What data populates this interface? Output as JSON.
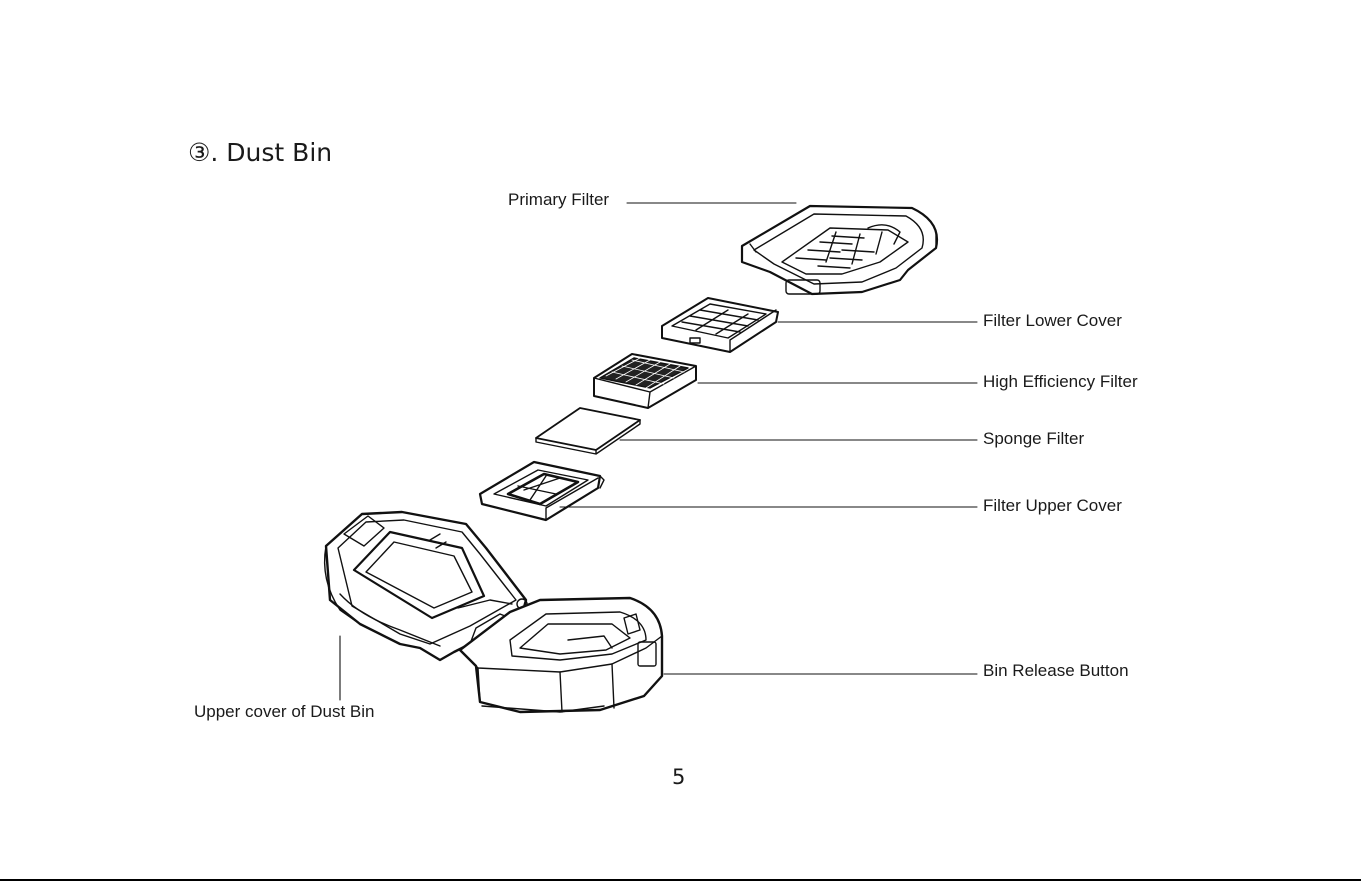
{
  "section": {
    "heading": "③. Dust Bin"
  },
  "labels": {
    "primary_filter": "Primary Filter",
    "filter_lower_cover": "Filter Lower Cover",
    "high_efficiency_filter": "High Efficiency Filter",
    "sponge_filter": "Sponge Filter",
    "filter_upper_cover": "Filter Upper Cover",
    "bin_release_button": "Bin Release Button",
    "upper_cover": "Upper cover of Dust Bin"
  },
  "page": {
    "number": "5"
  }
}
